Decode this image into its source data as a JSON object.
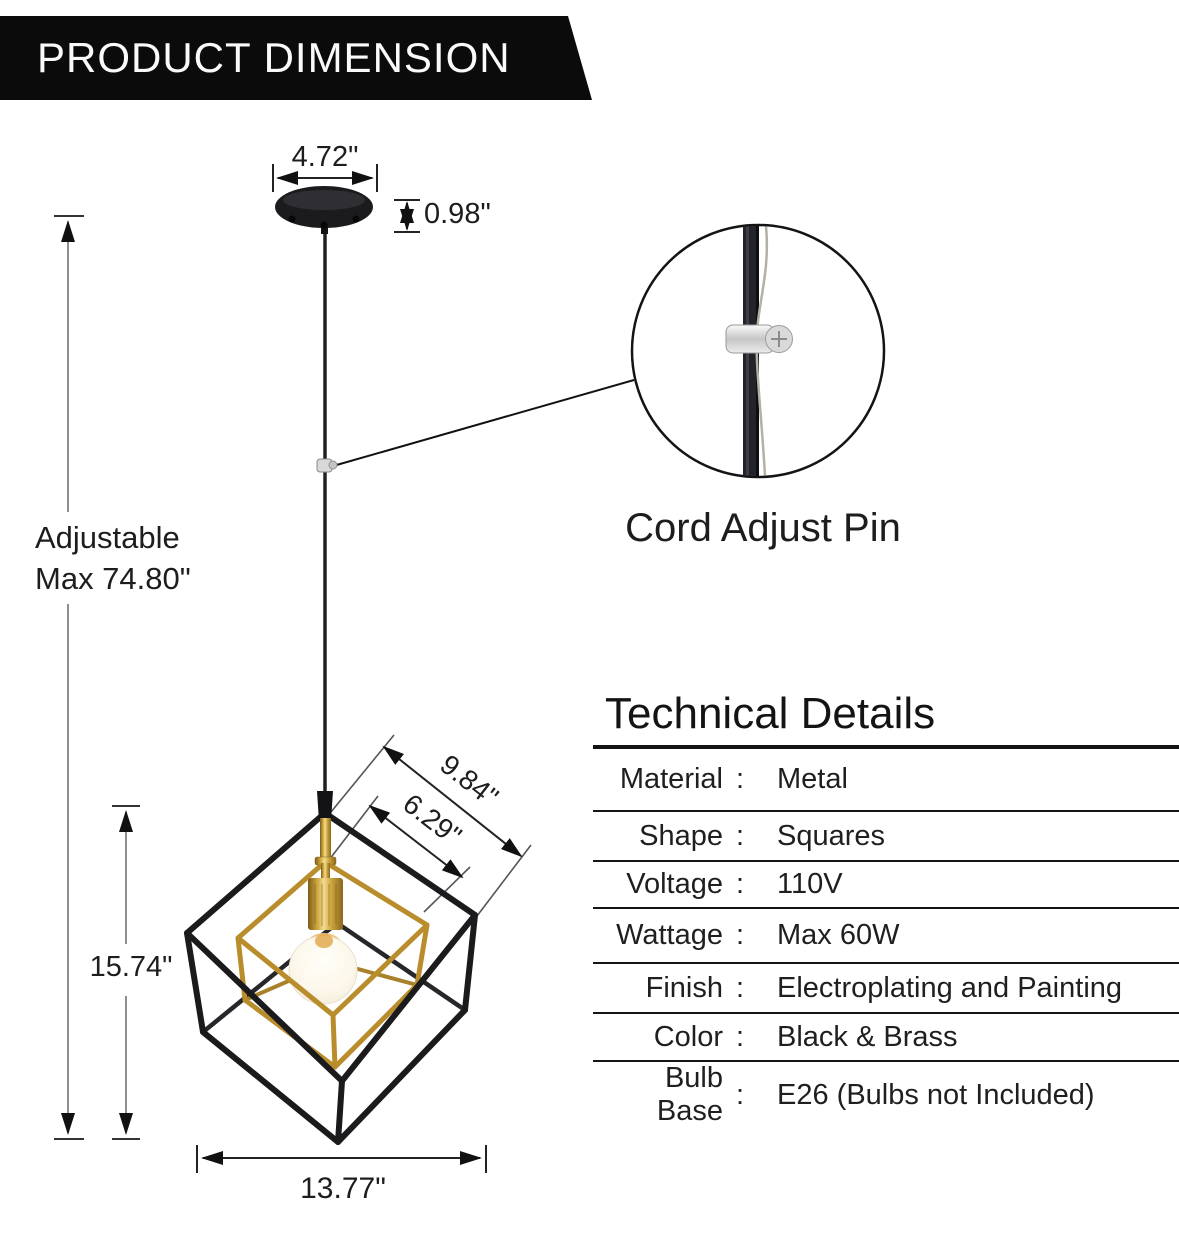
{
  "banner": {
    "title": "PRODUCT DIMENSION"
  },
  "dimensions": {
    "canopy_width": "4.72\"",
    "canopy_height": "0.98\"",
    "adjustable_line1": "Adjustable",
    "adjustable_line2": "Max 74.80\"",
    "fixture_height": "15.74\"",
    "fixture_width": "13.77\"",
    "outer_cube_edge": "9.84\"",
    "inner_cube_edge": "6.29\""
  },
  "callout": {
    "label": "Cord Adjust Pin"
  },
  "tech": {
    "heading": "Technical Details",
    "separator": ":",
    "rows": [
      {
        "label": "Material",
        "value": "Metal"
      },
      {
        "label": "Shape",
        "value": "Squares"
      },
      {
        "label": "Voltage",
        "value": "110V"
      },
      {
        "label": "Wattage",
        "value": "Max 60W"
      },
      {
        "label": "Finish",
        "value": "Electroplating and Painting"
      },
      {
        "label": "Color",
        "value": "Black & Brass"
      },
      {
        "label": "Bulb Base",
        "value": "E26 (Bulbs not Included)"
      }
    ]
  },
  "colors": {
    "frame_black": "#1b1b1e",
    "frame_brass": "#b98d2c",
    "banner_bg": "#0b0b0c"
  }
}
